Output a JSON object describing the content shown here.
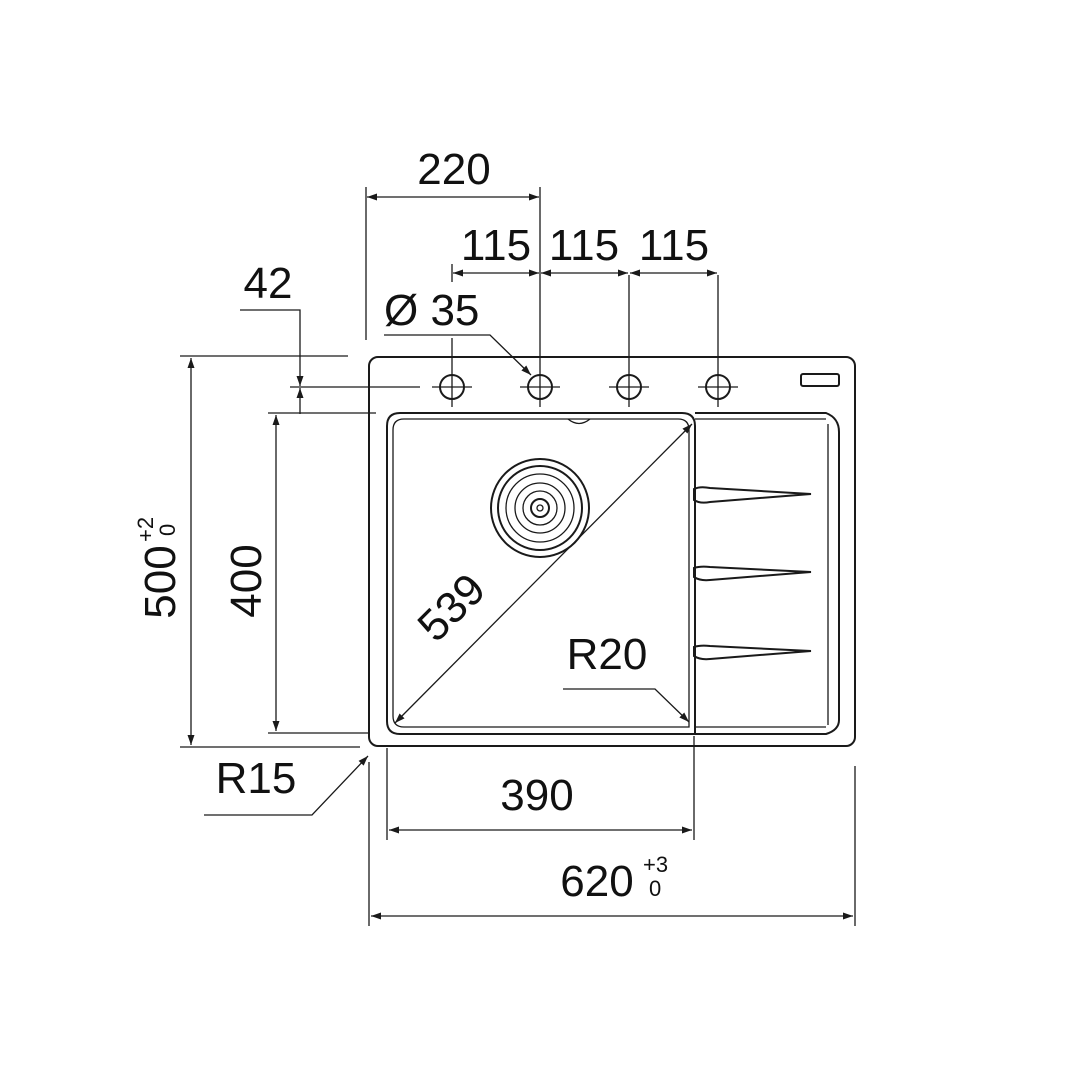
{
  "dimensions": {
    "top_overall": "220",
    "hole_spacing_1": "115",
    "hole_spacing_2": "115",
    "hole_spacing_3": "115",
    "hole_diameter": "Ø 35",
    "hole_offset": "42",
    "total_height": "500",
    "total_height_tol_upper": "+2",
    "total_height_tol_lower": "0",
    "bowl_height": "400",
    "bowl_diagonal": "539",
    "bowl_radius": "R20",
    "outer_radius": "R15",
    "bowl_width": "390",
    "total_width": "620",
    "total_width_tol_upper": "+3",
    "total_width_tol_lower": "0"
  },
  "colors": {
    "line": "#1a1a1a",
    "background": "#ffffff"
  }
}
